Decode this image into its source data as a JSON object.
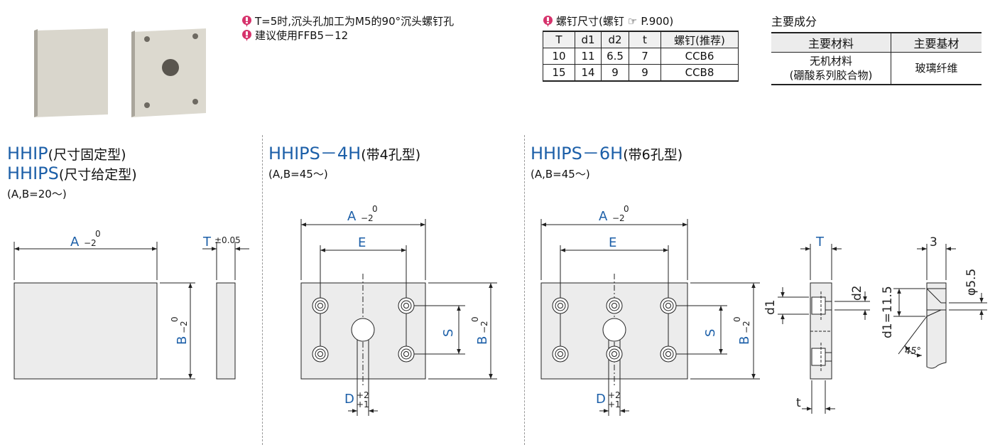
{
  "notes": [
    "T=5时,沉头孔加工为M5的90°沉头螺钉孔",
    "建议使用FFB5－12"
  ],
  "screw": {
    "title": "螺钉尺寸(螺钉",
    "ref": "P.900)",
    "headers": [
      "T",
      "d1",
      "d2",
      "t",
      "螺钉(推荐)"
    ],
    "rows": [
      [
        "10",
        "11",
        "6.5",
        "7",
        "CCB6"
      ],
      [
        "15",
        "14",
        "9",
        "9",
        "CCB8"
      ]
    ]
  },
  "material": {
    "title": "主要成分",
    "headers": [
      "主要材料",
      "主要基材"
    ],
    "main_material_line1": "无机材料",
    "main_material_line2": "(硼酸系列胶合物)",
    "base_material": "玻璃纤维"
  },
  "sections": {
    "hhip": {
      "title1": "HHIP",
      "title1_zh": "(尺寸固定型)",
      "title2": "HHIPS",
      "title2_zh": "(尺寸给定型)",
      "sub": "(A,B=20～)"
    },
    "hhips4": {
      "title": "HHIPS－4H",
      "title_zh": "(带4孔型)",
      "sub": "(A,B=45～)"
    },
    "hhips6": {
      "title": "HHIPS－6H",
      "title_zh": "(带6孔型)",
      "sub": "(A,B=45～)"
    }
  },
  "dims": {
    "A": "A",
    "B": "B",
    "T": "T",
    "E": "E",
    "S": "S",
    "D": "D",
    "t": "t",
    "d1": "d1",
    "d2": "d2",
    "tol_zero": "0",
    "tol_minus2": "−2",
    "tol_plus2": "+2",
    "tol_plus1": "+1",
    "tol_pm": "±0.05",
    "three": "3",
    "phi55": "φ5.5",
    "d1_eq": "d1=11.5",
    "angle": "45°"
  },
  "colors": {
    "accent": "#1c5fa8",
    "pin": "#d6336c",
    "plate": "#ececec"
  }
}
